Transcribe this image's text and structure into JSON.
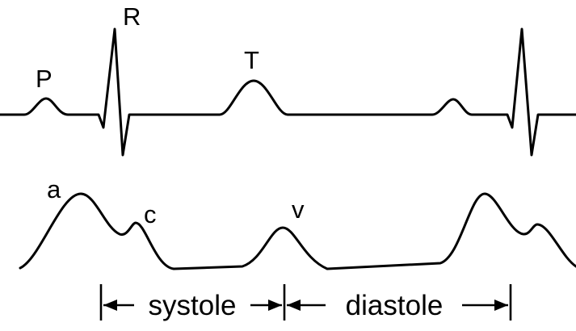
{
  "ecg_labels": {
    "p": "P",
    "r": "R",
    "t": "T"
  },
  "venous_labels": {
    "a": "a",
    "c": "c",
    "v": "v"
  },
  "phases": {
    "systole": "systole",
    "diastole": "diastole"
  },
  "colors": {
    "ink": "#000000",
    "background": "#ffffff"
  }
}
